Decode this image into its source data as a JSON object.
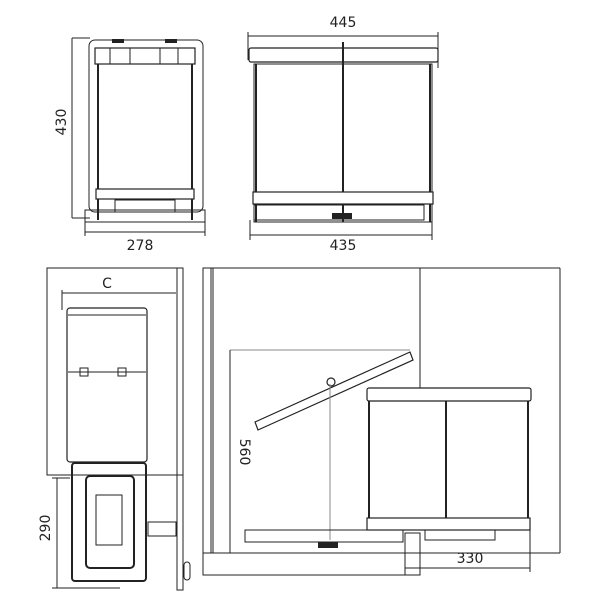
{
  "dimensions": {
    "front_height": "430",
    "front_width": "278",
    "side_top_width": "445",
    "side_bottom_width": "435",
    "cabinet_clearance": "C",
    "plan_depth": "290",
    "open_height": "560",
    "extension": "330"
  },
  "colors": {
    "line": "#222222",
    "background": "#ffffff"
  }
}
